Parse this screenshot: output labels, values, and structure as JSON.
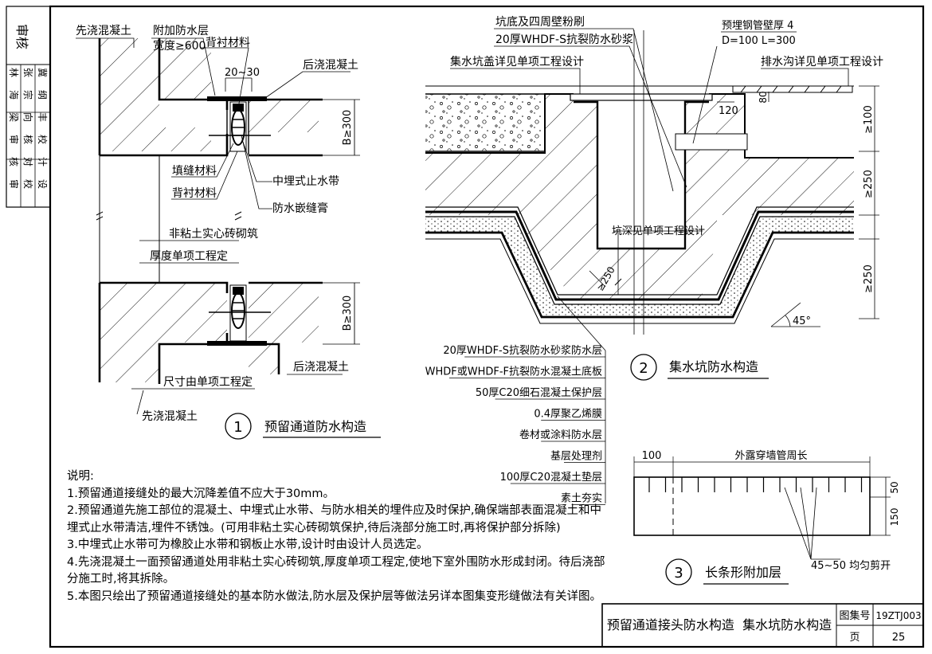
{
  "side_block": {
    "header": "审核",
    "rows": [
      [
        "林",
        "张",
        "冀"
      ],
      [
        "海",
        "宗",
        "纲"
      ],
      [
        "梁",
        "向",
        "丰"
      ],
      [
        "审",
        "核",
        "校"
      ],
      [
        "核",
        "对",
        "计"
      ],
      [
        "审",
        "校",
        "设"
      ]
    ]
  },
  "detail1": {
    "number": "1",
    "title": "预留通道防水构造",
    "labels": {
      "first_concrete_top": "先浇混凝土",
      "add_layer": "附加防水层",
      "add_layer_width": "宽度≥600",
      "backing_top": "背衬材料",
      "after_concrete_top": "后浇混凝土",
      "gap_dim": "20~30",
      "b_dim_top": "B≥300",
      "filler": "填缝材料",
      "waterstop": "中埋式止水带",
      "backing_mid": "背衬材料",
      "sealant": "防水嵌缝膏",
      "brick_wall_1": "非粘土实心砖砌筑",
      "brick_wall_2": "厚度单项工程定",
      "b_dim_bottom": "B≥300",
      "after_concrete_bottom": "后浇混凝土",
      "size_note": "尺寸由单项工程定",
      "first_concrete_bottom": "先浇混凝土"
    }
  },
  "detail2": {
    "number": "2",
    "title": "集水坑防水构造",
    "labels": {
      "pit_paint": "坑底及四周壁粉刷",
      "pit_mortar": "20厚WHDF-S抗裂防水砂浆",
      "pit_cover": "集水坑盖详见单项工程设计",
      "pipe": "预埋钢管壁厚 4",
      "pipe_size": "D=100 L=300",
      "drain": "排水沟详见单项工程设计",
      "dim80": "80",
      "dim120": "120",
      "dim100": "≥100",
      "dim250a": "≥250",
      "dim250b": "≥250",
      "dim250c": "≥250",
      "pit_depth": "坑深见单项工程设计",
      "angle": "45°"
    },
    "layers": [
      "20厚WHDF-S抗裂防水砂浆防水层",
      "WHDF或WHDF-F抗裂防水混凝土底板",
      "50厚C20细石混凝土保护层",
      "0.4厚聚乙烯膜",
      "卷材或涂料防水层",
      "基层处理剂",
      "100厚C20混凝土垫层",
      "素土夯实"
    ]
  },
  "detail3": {
    "number": "3",
    "title": "长条形附加层",
    "dim100": "100",
    "dim_len": "外露穿墙管周长",
    "dim50": "50",
    "dim150": "150",
    "cut_note": "45~50 均匀剪开"
  },
  "notes": {
    "heading": "说明:",
    "items": [
      "1.预留通道接缝处的最大沉降差值不应大于30mm。",
      "2.预留通道先施工部位的混凝土、中埋式止水带、与防水相关的埋件应及时保护,确保端部表面混凝土和中埋式止水带清洁,埋件不锈蚀。(可用非粘土实心砖砌筑保护,待后浇部分施工时,再将保护部分拆除)",
      "3.中埋式止水带可为橡胶止水带和钢板止水带,设计时由设计人员选定。",
      "4.先浇混凝土一面预留通道处用非粘土实心砖砌筑,厚度单项工程定,使地下室外围防水形成封闭。待后浇部分施工时,将其拆除。",
      "5.本图只绘出了预留通道接缝处的基本防水做法,防水层及保护层等做法另详本图集变形缝做法有关详图。"
    ]
  },
  "title_block": {
    "drawing_title": "预留通道接头防水构造  集水坑防水构造",
    "atlas_label": "图集号",
    "atlas_no": "19ZTJ003",
    "page_label": "页",
    "page_no": "25"
  }
}
